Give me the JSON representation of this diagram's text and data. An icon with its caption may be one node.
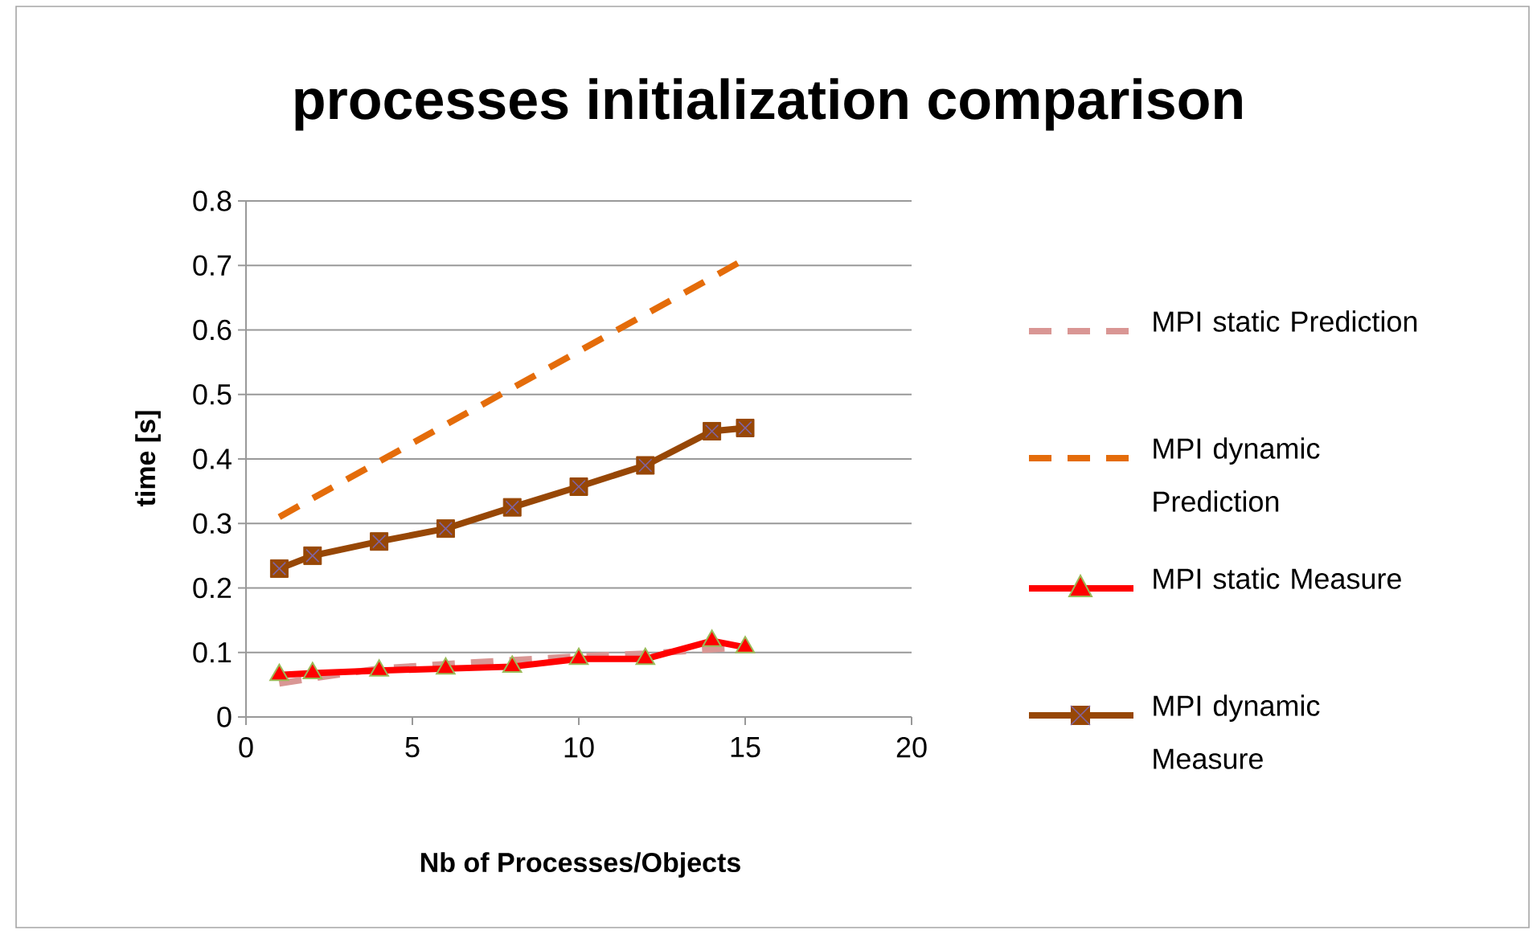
{
  "diagram": {
    "chart_data": {
      "type": "line",
      "title": "processes initialization comparison",
      "xlabel": "Nb of Processes/Objects",
      "ylabel": "time [s]",
      "x": [
        1,
        2,
        4,
        6,
        8,
        10,
        12,
        14,
        15
      ],
      "series": [
        {
          "name": "MPI static Prediction",
          "color": "#d99694",
          "line_style": "dashed",
          "values": [
            0.052,
            0.06,
            0.075,
            0.082,
            0.088,
            0.094,
            0.098,
            0.105,
            0.108
          ]
        },
        {
          "name": "MPI dynamic Prediction",
          "color": "#e46c0a",
          "line_style": "dashed",
          "values": [
            0.31,
            0.339,
            0.396,
            0.453,
            0.51,
            0.567,
            0.624,
            0.681,
            0.71
          ]
        },
        {
          "name": "MPI static Measure",
          "color": "#ff0000",
          "marker": "triangle",
          "values": [
            0.065,
            0.068,
            0.072,
            0.075,
            0.078,
            0.09,
            0.09,
            0.118,
            0.108
          ]
        },
        {
          "name": "MPI dynamic Measure",
          "color": "#974706",
          "marker": "square",
          "values": [
            0.23,
            0.25,
            0.272,
            0.292,
            0.325,
            0.357,
            0.39,
            0.443,
            0.448
          ]
        }
      ],
      "grid": "y",
      "legend": "right",
      "xlim": [
        0,
        20
      ],
      "ylim": [
        0,
        0.8
      ],
      "xticks": [
        0,
        5,
        10,
        15,
        20
      ],
      "yticks": [
        0,
        0.1,
        0.2,
        0.3,
        0.4,
        0.5,
        0.6,
        0.7,
        0.8
      ]
    }
  }
}
